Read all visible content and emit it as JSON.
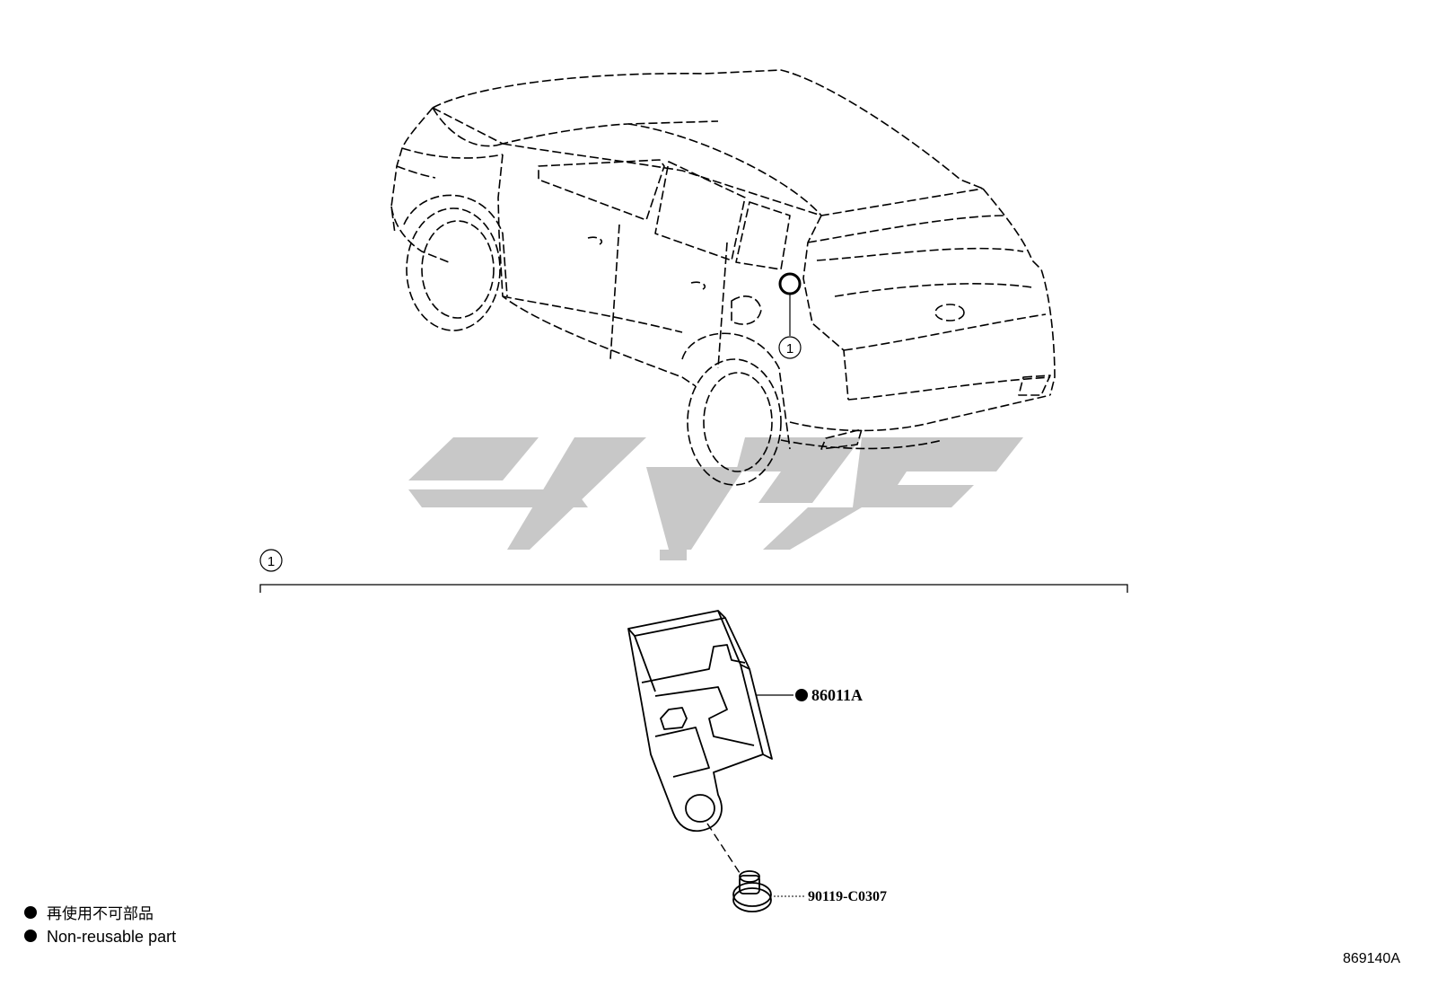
{
  "diagram": {
    "callout_number": "1",
    "group_number": "1",
    "parts": [
      {
        "part_number": "86011A",
        "non_reusable": true
      },
      {
        "part_number": "90119-C0307",
        "non_reusable": false
      }
    ],
    "legend": {
      "line_japanese": "再使用不可部品",
      "line_english": "Non-reusable part",
      "bullet_color": "#000000"
    },
    "illustration_id": "869140A",
    "watermark_color": "#c8c8c8",
    "line_color": "#000000"
  }
}
